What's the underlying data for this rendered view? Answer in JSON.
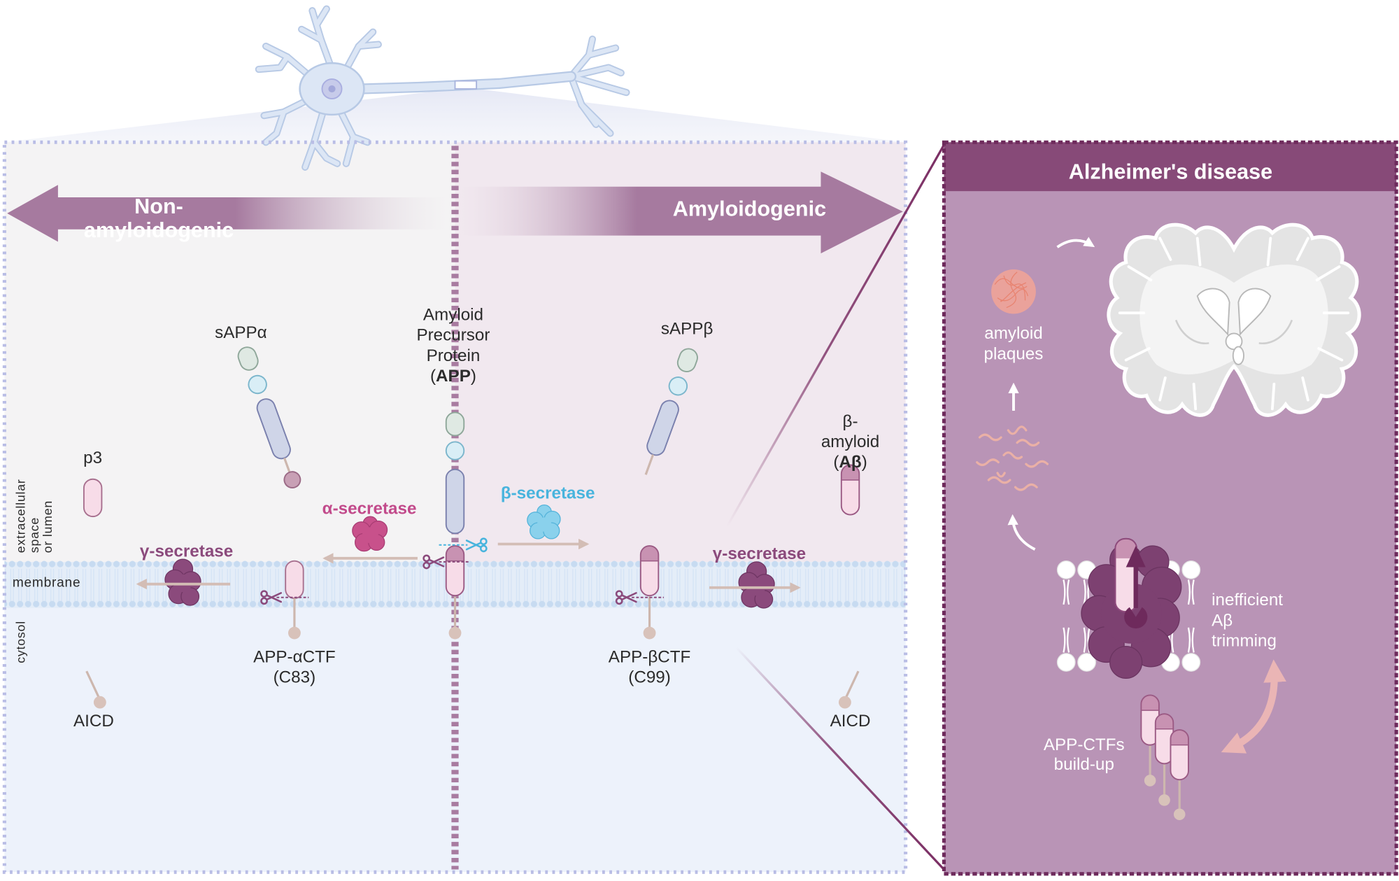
{
  "direction_arrows": {
    "left": {
      "lines": [
        "Non-",
        "amyloidogenic"
      ]
    },
    "right": {
      "label": "Amyloidogenic"
    }
  },
  "compartments": {
    "extracellular": [
      "extracellular",
      "space",
      "or lumen"
    ],
    "membrane": "membrane",
    "cytosol": "cytosol"
  },
  "app": {
    "lines": [
      "Amyloid",
      "Precursor",
      "Protein"
    ],
    "abbr_open": "(",
    "abbr": "APP",
    "abbr_close": ")"
  },
  "non_amyloidogenic": {
    "sapp": "sAPPα",
    "p3": "p3",
    "alpha_secretase": "α-secretase",
    "gamma_secretase": "γ-secretase",
    "ctf": [
      "APP-αCTF",
      "(C83)"
    ],
    "aicd": "AICD"
  },
  "amyloidogenic": {
    "sapp": "sAPPβ",
    "abeta": {
      "lines": [
        "β-",
        "amyloid"
      ],
      "abbr_open": "(",
      "abbr": "Aβ",
      "abbr_close": ")"
    },
    "beta_secretase": "β-secretase",
    "gamma_secretase": "γ-secretase",
    "ctf": [
      "APP-βCTF",
      "(C99)"
    ],
    "aicd": "AICD"
  },
  "alzheimers": {
    "title": "Alzheimer's disease",
    "plaques": [
      "amyloid",
      "plaques"
    ],
    "trimming": [
      "inefficient",
      "Aβ",
      "trimming"
    ],
    "buildup": [
      "APP-CTFs",
      "build-up"
    ]
  },
  "colors": {
    "arrow_purple": "#a67a9f",
    "header_purple": "#874a78",
    "panel_purple": "#b994b6",
    "alpha_secretase": "#c24a8b",
    "beta_secretase": "#48b4dd",
    "gamma_secretase": "#8b4a7c",
    "membrane_blue": "#e4edf8",
    "cytosol_blue": "#edf2fb",
    "panel_border": "#b9bde5"
  },
  "icons": [
    "neuron-icon",
    "brain-coronal-section-icon",
    "amyloid-plaque-icon",
    "amyloid-fibrils-icon",
    "lipid-bilayer-icon",
    "scissors-icon",
    "secretase-enzyme-icon"
  ]
}
